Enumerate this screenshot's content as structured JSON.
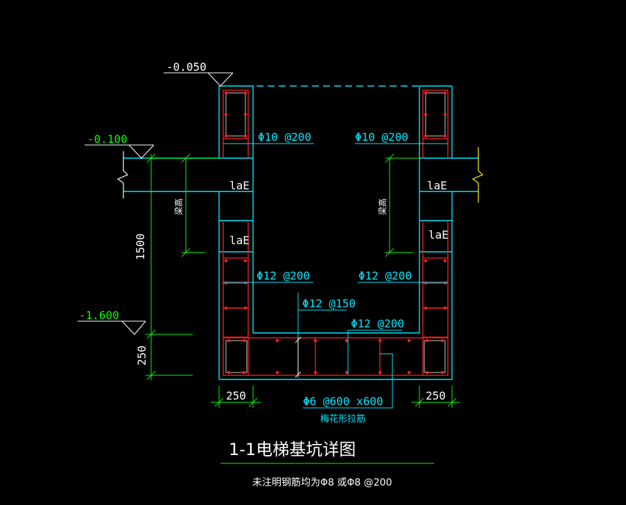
{
  "drawing": {
    "title": "1-1电梯基坑详图",
    "note": "未注明钢筋均为Φ8 或Φ8 @200",
    "elevations": {
      "top": "-0.050",
      "slab": "-0.100",
      "pit_bottom": "-1.600"
    },
    "dimensions": {
      "depth": "1500",
      "base_thickness": "250",
      "wall_left": "250",
      "wall_right": "250"
    },
    "rebar": {
      "upper_left": "Φ10 @200",
      "upper_right": "Φ10 @200",
      "lower_left": "Φ12 @200",
      "lower_right": "Φ12 @200",
      "base_top": "Φ12 @150",
      "base_bottom": "Φ12 @200",
      "tie": "Φ6 @600 x600",
      "tie_label": "梅花形拉筋"
    },
    "anchorage": {
      "laE": "laE",
      "beam_height": "梁高"
    }
  },
  "colors": {
    "background": "#000000",
    "outline": "#00ffff",
    "dims": "#00ff00",
    "rebar": "#ff2020",
    "text": "#ffffff",
    "break": "#ffff00"
  }
}
